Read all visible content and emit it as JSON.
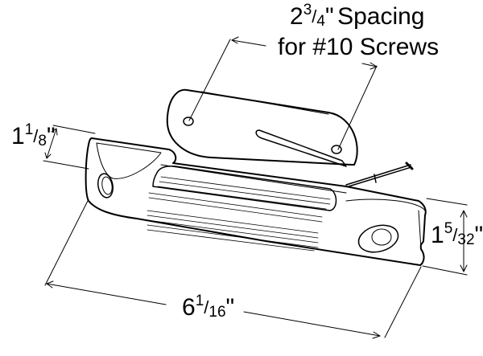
{
  "diagram": {
    "subject": "oval-mount-light-with-grommet-bracket",
    "spacing_label": {
      "whole": "2",
      "numerator": "3",
      "denominator": "4",
      "unit": "\"",
      "text": "Spacing",
      "line2": "for #10 Screws"
    },
    "height_left": {
      "whole": "1",
      "numerator": "1",
      "denominator": "8",
      "unit": "\""
    },
    "height_right": {
      "whole": "1",
      "numerator": "5",
      "denominator": "32",
      "unit": "\""
    },
    "length": {
      "whole": "6",
      "numerator": "1",
      "denominator": "16",
      "unit": "\""
    },
    "colors": {
      "line": "#000000",
      "background": "#ffffff"
    }
  }
}
